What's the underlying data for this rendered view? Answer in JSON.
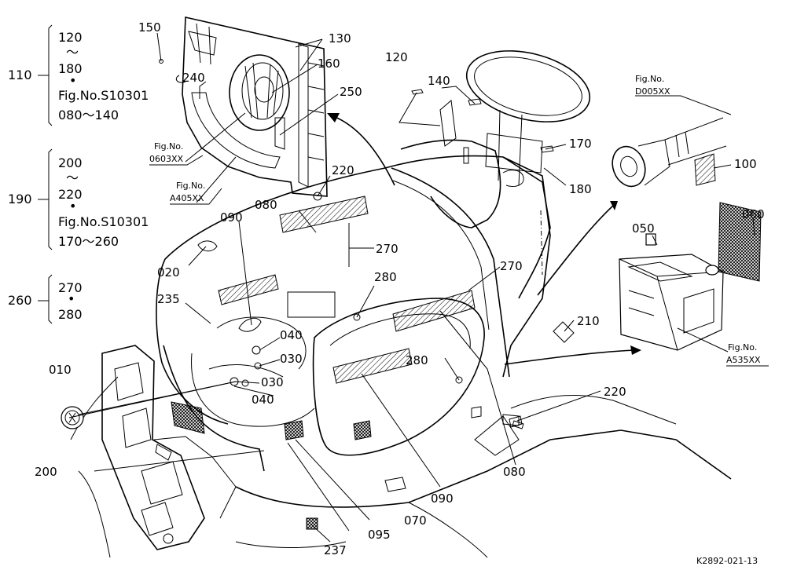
{
  "legend": [
    {
      "group": "110",
      "lines": [
        "120",
        "～",
        "180",
        "•",
        "Fig.No.S10301",
        "080～140"
      ]
    },
    {
      "group": "190",
      "lines": [
        "200",
        "～",
        "220",
        "•",
        "Fig.No.S10301",
        "170～260"
      ]
    },
    {
      "group": "260",
      "lines": [
        "270",
        "•",
        "280"
      ]
    }
  ],
  "labels": {
    "l150": "150",
    "l130": "130",
    "l160": "160",
    "l240": "240",
    "l250": "250",
    "l120": "120",
    "l140": "140",
    "l170": "170",
    "l180": "180",
    "l100": "100",
    "l220a": "220",
    "l080a": "080",
    "l090a": "090",
    "l270a": "270",
    "l020": "020",
    "l270b": "270",
    "l280a": "280",
    "l235": "235",
    "l040a": "040",
    "l030a": "030",
    "l010": "010",
    "l030b": "030",
    "l040b": "040",
    "l280b": "280",
    "l210": "210",
    "l050": "050",
    "l060": "060",
    "l220b": "220",
    "l200": "200",
    "l080b": "080",
    "l090b": "090",
    "l070": "070",
    "l095": "095",
    "l237": "237"
  },
  "fig_refs": {
    "f0603_a": "Fig.No.",
    "f0603_b": "0603XX",
    "fA405_a": "Fig.No.",
    "fA405_b": "A405XX",
    "fD005_a": "Fig.No.",
    "fD005_b": "D005XX",
    "fA535_a": "Fig.No.",
    "fA535_b": "A535XX"
  },
  "drawing_code": "K2892-021-13"
}
